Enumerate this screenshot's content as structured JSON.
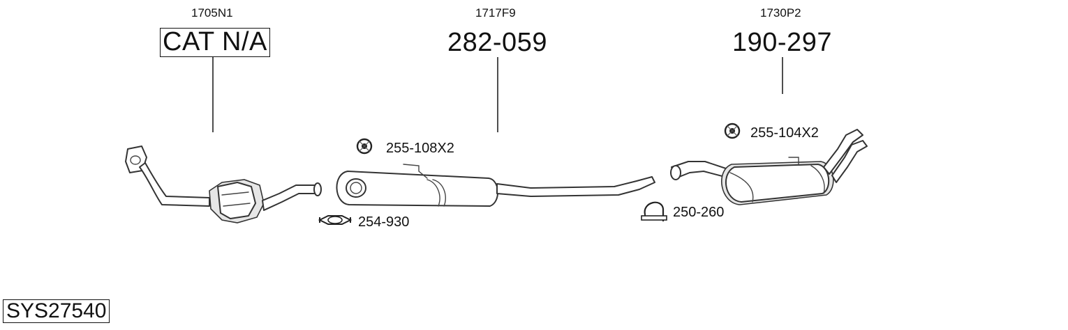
{
  "parts": [
    {
      "ref_code": "1705N1",
      "part_number": "CAT N/A",
      "boxed": true
    },
    {
      "ref_code": "1717F9",
      "part_number": "282-059",
      "boxed": false
    },
    {
      "ref_code": "1730P2",
      "part_number": "190-297",
      "boxed": false
    }
  ],
  "accessories": [
    {
      "part_number": "255-108X2",
      "icon": "rubber-hanger-icon"
    },
    {
      "part_number": "254-930",
      "icon": "flange-clamp-icon"
    },
    {
      "part_number": "250-260",
      "icon": "u-bolt-clamp-icon"
    },
    {
      "part_number": "255-104X2",
      "icon": "rubber-hanger-icon"
    }
  ],
  "system_code": "SYS27540"
}
